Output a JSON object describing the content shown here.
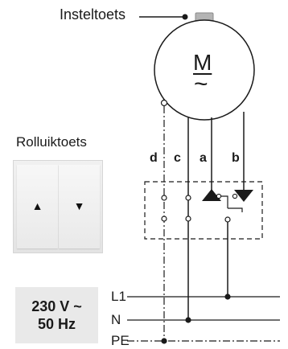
{
  "labels": {
    "insteltoets": "Insteltoets",
    "rolluiktoets": "Rolluiktoets",
    "motor_symbol": "M",
    "motor_wave": "~"
  },
  "wires": {
    "d": "d",
    "c": "c",
    "a": "a",
    "b": "b"
  },
  "power_lines": {
    "L1": "L1",
    "N": "N",
    "PE": "PE"
  },
  "rocker_switch": {
    "up_arrow": "▲",
    "down_arrow": "▼"
  },
  "supply": {
    "voltage": "230 V ~",
    "frequency": "50 Hz"
  }
}
